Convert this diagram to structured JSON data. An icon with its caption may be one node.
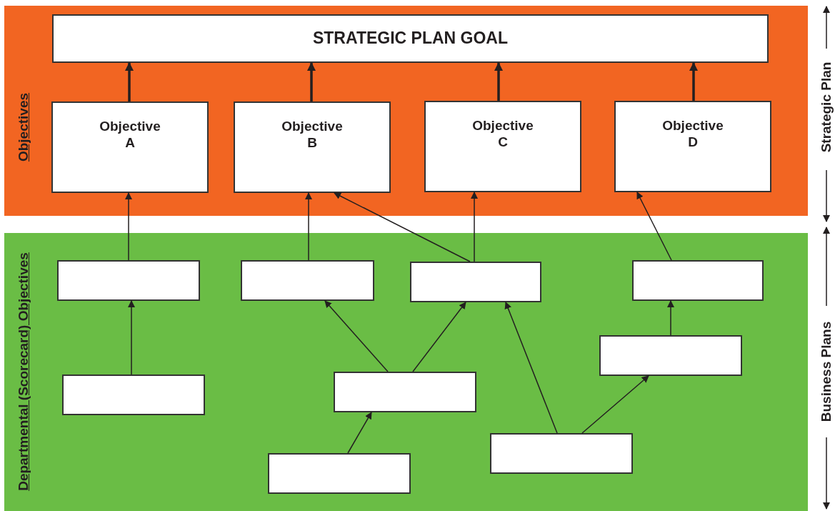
{
  "diagram": {
    "nodes": [
      {
        "text": [
          "Objectives"
        ]
      },
      {
        "text": [
          "Departmental (Scorecard) Objectives"
        ]
      },
      {
        "text": [
          "STRATEGIC PLAN GOAL"
        ],
        "in": 0
      },
      {
        "text": [
          "Objective A"
        ],
        "in": 0
      },
      {
        "text": [
          "Objective B"
        ],
        "in": 0
      },
      {
        "text": [
          "Objective C"
        ],
        "in": 0
      },
      {
        "text": [
          "Objective D"
        ],
        "in": 0
      },
      {
        "text": [],
        "shape": "box",
        "in": 1
      },
      {
        "text": [],
        "shape": "box",
        "in": 1
      },
      {
        "text": [],
        "shape": "box",
        "in": 1
      },
      {
        "text": [],
        "shape": "box",
        "in": 1
      },
      {
        "text": [],
        "shape": "box",
        "in": 1
      },
      {
        "text": [],
        "shape": "box",
        "in": 1
      },
      {
        "text": [],
        "shape": "box",
        "in": 1
      },
      {
        "text": [],
        "shape": "box",
        "in": 1
      },
      {
        "text": [],
        "shape": "box",
        "in": 1
      }
    ],
    "edges": [
      {
        "from": 3,
        "to": 2,
        "arrow": "to",
        "style": "thick"
      },
      {
        "from": 4,
        "to": 2,
        "arrow": "to",
        "style": "thick"
      },
      {
        "from": 5,
        "to": 2,
        "arrow": "to",
        "style": "thick"
      },
      {
        "from": 6,
        "to": 2,
        "arrow": "to",
        "style": "thick"
      },
      {
        "from": 7,
        "to": 3,
        "arrow": "to"
      },
      {
        "from": 8,
        "to": 4,
        "arrow": "to"
      },
      {
        "from": 9,
        "to": 4,
        "arrow": "to"
      },
      {
        "from": 9,
        "to": 5,
        "arrow": "to"
      },
      {
        "from": 10,
        "to": 6,
        "arrow": "to"
      },
      {
        "from": 12,
        "to": 7,
        "arrow": "to"
      },
      {
        "from": 13,
        "to": 8,
        "arrow": "to"
      },
      {
        "from": 13,
        "to": 9,
        "arrow": "to"
      },
      {
        "from": 14,
        "to": 9,
        "arrow": "to"
      },
      {
        "from": 14,
        "to": 11,
        "arrow": "to"
      },
      {
        "from": 11,
        "to": 10,
        "arrow": "to"
      },
      {
        "from": 15,
        "to": 13,
        "arrow": "to"
      }
    ],
    "labels": [
      "Strategic Plan",
      "Business Plans"
    ]
  }
}
